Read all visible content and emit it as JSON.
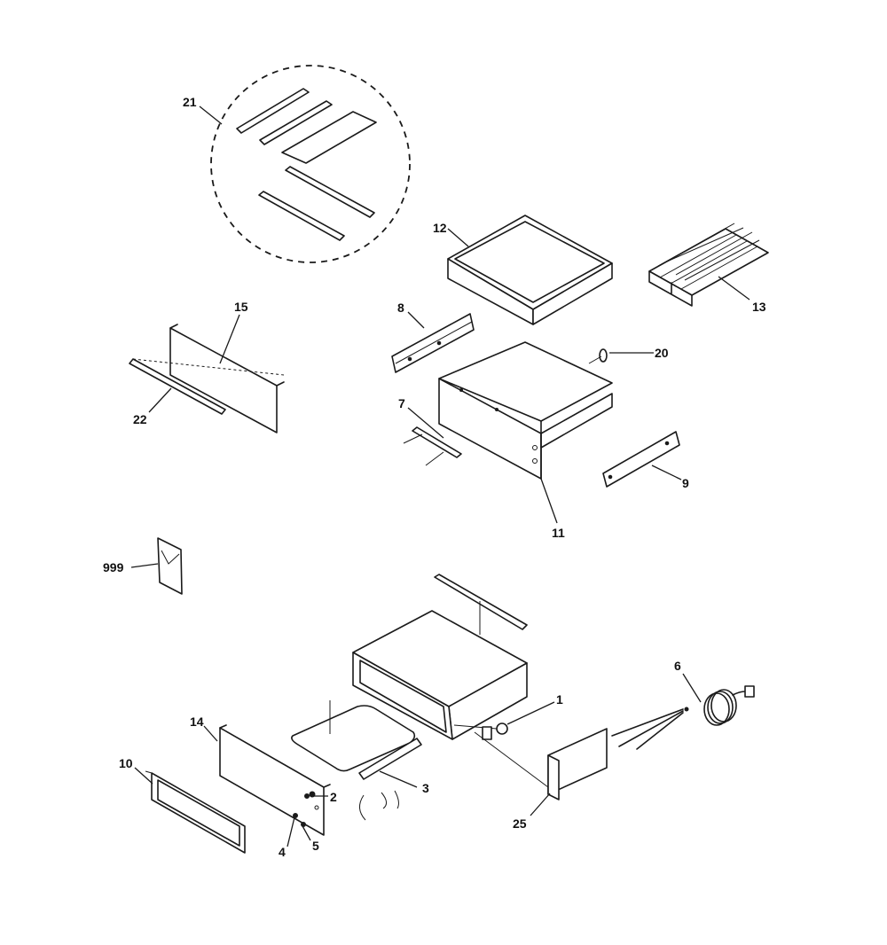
{
  "parts": [
    {
      "number": "21"
    },
    {
      "number": "12"
    },
    {
      "number": "13"
    },
    {
      "number": "15"
    },
    {
      "number": "8"
    },
    {
      "number": "20"
    },
    {
      "number": "22"
    },
    {
      "number": "7"
    },
    {
      "number": "9"
    },
    {
      "number": "11"
    },
    {
      "number": "999"
    },
    {
      "number": "1"
    },
    {
      "number": "6"
    },
    {
      "number": "14"
    },
    {
      "number": "10"
    },
    {
      "number": "2"
    },
    {
      "number": "3"
    },
    {
      "number": "5"
    },
    {
      "number": "4"
    },
    {
      "number": "25"
    }
  ]
}
